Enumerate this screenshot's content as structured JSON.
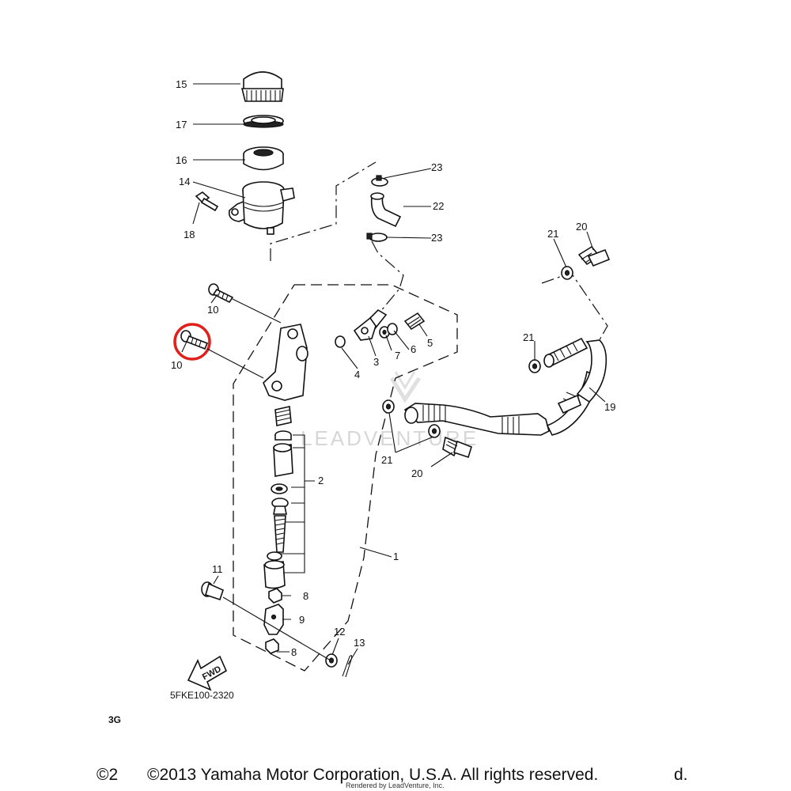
{
  "diagram": {
    "part_code": "5FKE100-2320",
    "page_ref": "3G",
    "fwd_label": "FWD",
    "watermark": "LEADVENTURE",
    "copyright_left_fragment": "©2",
    "copyright": "©2013 Yamaha Motor Corporation, U.S.A. All rights reserved.",
    "copyright_right_fragment": "d.",
    "rendered_by": "Rendered by LeadVenture, Inc.",
    "highlight_color": "#e0201b",
    "callouts": {
      "c15": "15",
      "c17": "17",
      "c16": "16",
      "c14": "14",
      "c18": "18",
      "c23a": "23",
      "c22": "22",
      "c23b": "23",
      "c21a": "21",
      "c20a": "20",
      "c10a": "10",
      "c10b": "10",
      "c5": "5",
      "c6": "6",
      "c7": "7",
      "c3": "3",
      "c4": "4",
      "c21b": "21",
      "c19": "19",
      "c21c": "21",
      "c20b": "20",
      "c2": "2",
      "c1": "1",
      "c11": "11",
      "c8a": "8",
      "c9": "9",
      "c8b": "8",
      "c12": "12",
      "c13": "13"
    }
  }
}
